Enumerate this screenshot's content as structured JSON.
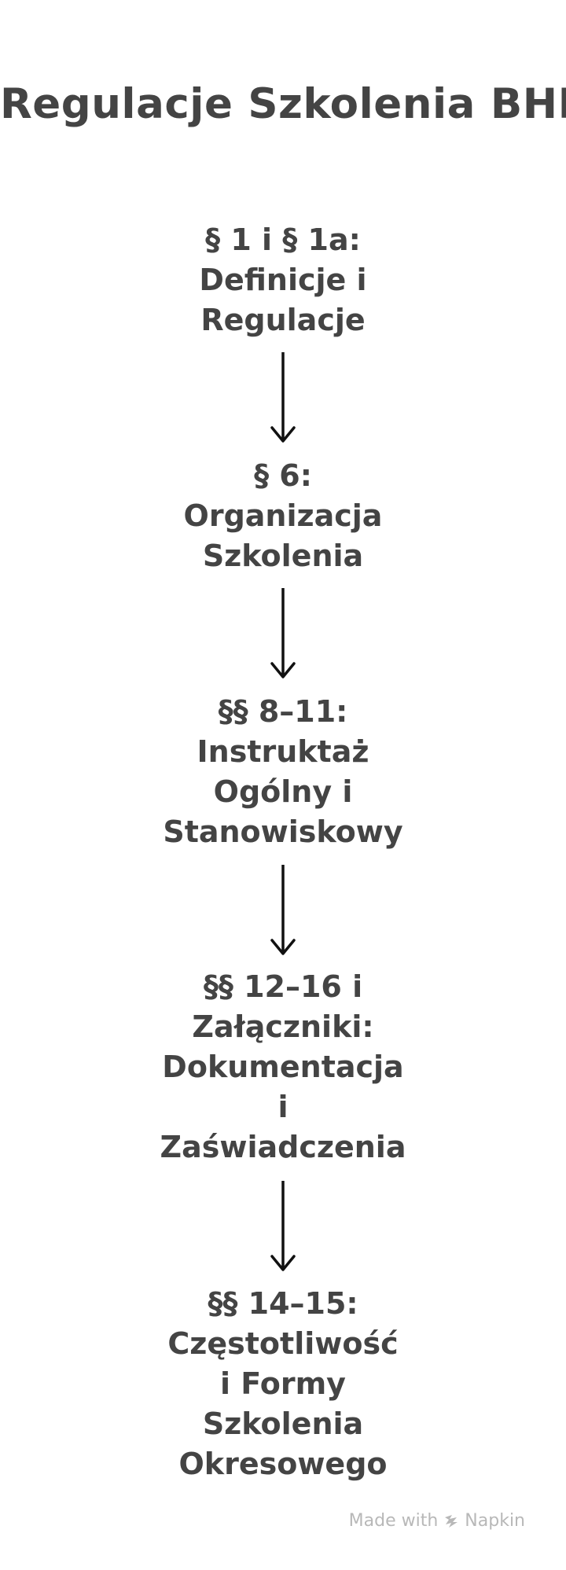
{
  "title": "Regulacje Szkolenia BHP",
  "steps": [
    {
      "label": "§ 1 i § 1a:\nDefinicje i\nRegulacje"
    },
    {
      "label": "§ 6:\nOrganizacja\nSzkolenia"
    },
    {
      "label": "§§ 8–11:\nInstruktaż\nOgólny i\nStanowiskowy"
    },
    {
      "label": "§§ 12–16 i\nZałączniki:\nDokumentacja\ni\nZaświadczenia"
    },
    {
      "label": "§§ 14–15:\nCzęstotliwość\ni Formy\nSzkolenia\nOkresowego"
    }
  ],
  "footer": {
    "made_with": "Made with",
    "brand": "Napkin",
    "icon": "napkin-logo-icon"
  },
  "colors": {
    "text": "#444444",
    "arrow": "#111111",
    "footer": "#b8b8b8"
  }
}
